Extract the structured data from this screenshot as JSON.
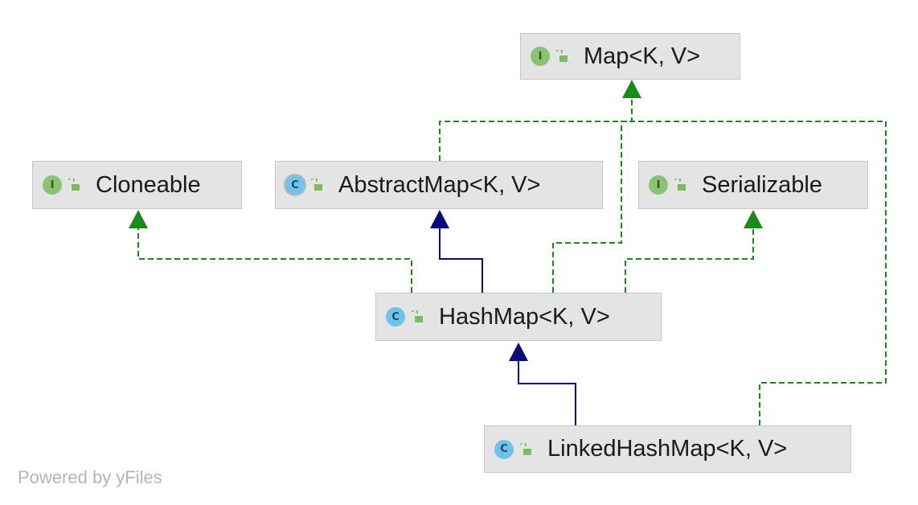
{
  "diagram": {
    "nodes": [
      {
        "id": "map",
        "label": "Map<K, V>",
        "kind": "interface",
        "kind_letter": "I"
      },
      {
        "id": "cloneable",
        "label": "Cloneable",
        "kind": "interface",
        "kind_letter": "I"
      },
      {
        "id": "abstractmap",
        "label": "AbstractMap<K, V>",
        "kind": "abstract-class",
        "kind_letter": "C"
      },
      {
        "id": "serializable",
        "label": "Serializable",
        "kind": "interface",
        "kind_letter": "I"
      },
      {
        "id": "hashmap",
        "label": "HashMap<K, V>",
        "kind": "class",
        "kind_letter": "C"
      },
      {
        "id": "linkedhashmap",
        "label": "LinkedHashMap<K, V>",
        "kind": "class",
        "kind_letter": "C"
      }
    ],
    "edges": [
      {
        "from": "abstractmap",
        "to": "map",
        "type": "implements"
      },
      {
        "from": "hashmap",
        "to": "map",
        "type": "implements"
      },
      {
        "from": "linkedhashmap",
        "to": "map",
        "type": "implements"
      },
      {
        "from": "hashmap",
        "to": "cloneable",
        "type": "implements"
      },
      {
        "from": "hashmap",
        "to": "serializable",
        "type": "implements"
      },
      {
        "from": "hashmap",
        "to": "abstractmap",
        "type": "extends"
      },
      {
        "from": "linkedhashmap",
        "to": "hashmap",
        "type": "extends"
      }
    ],
    "colors": {
      "implements": "#1a8a1a",
      "extends": "#0b0b7e"
    }
  },
  "footer": {
    "text": "Powered by yFiles"
  }
}
